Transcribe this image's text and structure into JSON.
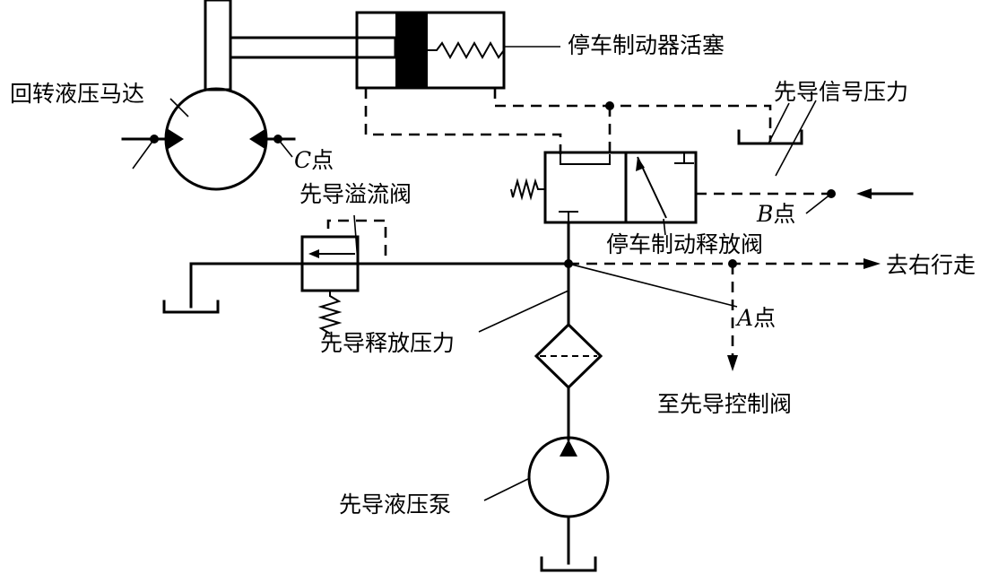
{
  "labels": {
    "parking_brake_piston": "停车制动器活塞",
    "pilot_signal_pressure": "先导信号压力",
    "swing_hydraulic_motor": "回转液压马达",
    "point_c_letter": "C",
    "point_c_suffix": "点",
    "pilot_relief_valve": "先导溢流阀",
    "point_b_letter": "B",
    "point_b_suffix": "点",
    "parking_brake_release_valve": "停车制动释放阀",
    "to_right_travel": "去右行走",
    "point_a_letter": "A",
    "point_a_suffix": "点",
    "pilot_release_pressure": "先导释放压力",
    "to_pilot_control_valve": "至先导控制阀",
    "pilot_hydraulic_pump": "先导液压泵"
  }
}
